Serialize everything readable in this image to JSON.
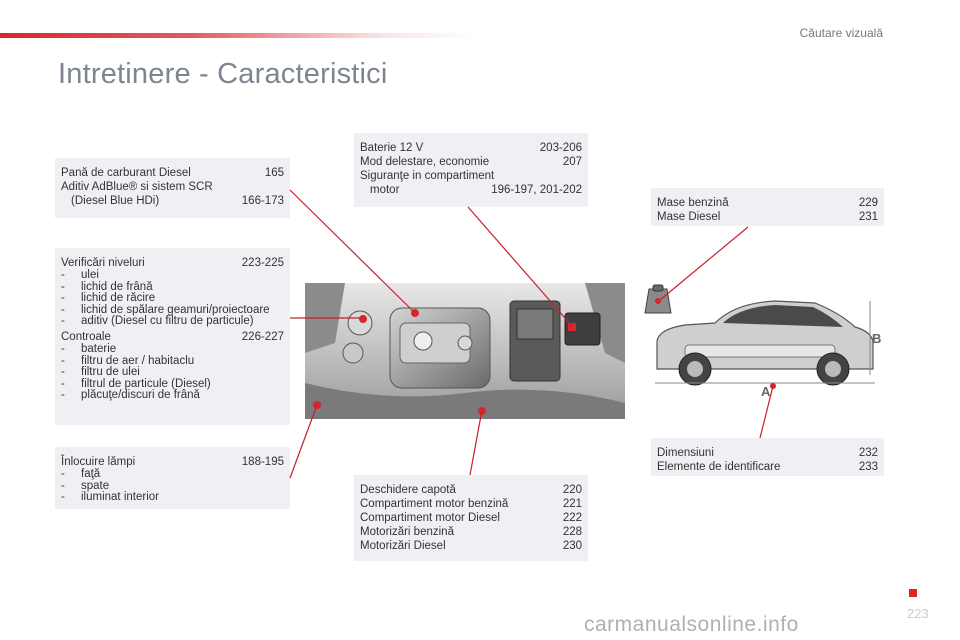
{
  "header": {
    "section": "Căutare vizuală"
  },
  "page_title": "Intretinere - Caracteristici",
  "boxes": {
    "fuel": {
      "rows": [
        {
          "label": "Pană de carburant Diesel",
          "page": "165"
        },
        {
          "label": "Aditiv AdBlue® si sistem SCR",
          "page": ""
        },
        {
          "label": "(Diesel Blue HDi)",
          "page": "166-173"
        }
      ]
    },
    "checks": {
      "levels_label": "Verificări niveluri",
      "levels_page": "223-225",
      "levels_items": [
        "ulei",
        "lichid de frână",
        "lichid de răcire",
        "lichid de spălare geamuri/proiectoare",
        "aditiv (Diesel cu filtru de particule)"
      ],
      "controls_label": "Controale",
      "controls_page": "226-227",
      "controls_items": [
        "baterie",
        "filtru de aer / habitaclu",
        "filtru de ulei",
        "filtrul de particule (Diesel)",
        "plăcuţe/discuri de frână"
      ]
    },
    "lamps": {
      "label": "Înlocuire lămpi",
      "page": "188-195",
      "items": [
        "faţă",
        "spate",
        "iluminat interior"
      ]
    },
    "battery": {
      "rows": [
        {
          "label": "Baterie 12 V",
          "page": "203-206"
        },
        {
          "label": "Mod delestare, economie",
          "page": "207"
        },
        {
          "label": "Siguranţe in compartiment",
          "page": ""
        },
        {
          "label": "motor",
          "page": "196-197, 201-202"
        }
      ]
    },
    "engine": {
      "rows": [
        {
          "label": "Deschidere capotă",
          "page": "220"
        },
        {
          "label": "Compartiment motor benzină",
          "page": "221"
        },
        {
          "label": "Compartiment motor Diesel",
          "page": "222"
        },
        {
          "label": "Motorizări benzină",
          "page": "228"
        },
        {
          "label": "Motorizări Diesel",
          "page": "230"
        }
      ]
    },
    "masses": {
      "rows": [
        {
          "label": "Mase benzină",
          "page": "229"
        },
        {
          "label": "Mase Diesel",
          "page": "231"
        }
      ]
    },
    "dimensions": {
      "rows": [
        {
          "label": "Dimensiuni",
          "page": "232"
        },
        {
          "label": "Elemente de identificare",
          "page": "233"
        }
      ]
    }
  },
  "car_labels": {
    "length": "A",
    "height": "B"
  },
  "dash": "-",
  "footer": {
    "page_number": "223"
  },
  "watermark": "carmanualsonline.info",
  "colors": {
    "accent": "#d8262e",
    "box_bg": "#eef0f3",
    "title": "#7c8590",
    "leader": "#c8202a"
  }
}
